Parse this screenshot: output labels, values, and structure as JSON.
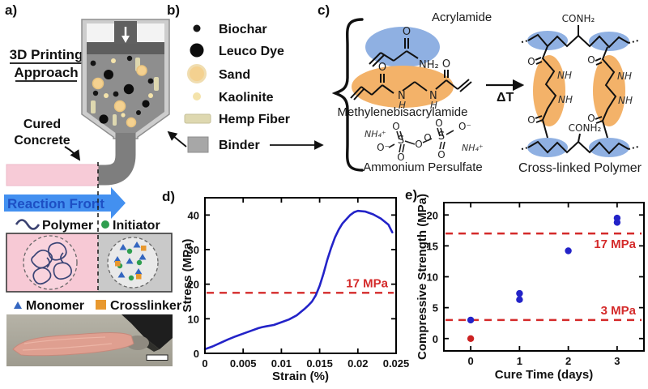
{
  "panels": {
    "a": {
      "label": "a)",
      "title": [
        "3D Printing",
        "Approach"
      ],
      "cured_concrete": [
        "Cured",
        "Concrete"
      ],
      "reaction_front": "Reaction Front",
      "legend_polymer": "Polymer",
      "legend_initiator": "Initiator",
      "legend_monomer": "Monomer",
      "legend_crosslinker": "Crosslinker"
    },
    "b": {
      "label": "b)",
      "items": [
        {
          "name": "Biochar",
          "icon": "biochar-dot"
        },
        {
          "name": "Leuco Dye",
          "icon": "leuco-dye-dot"
        },
        {
          "name": "Sand",
          "icon": "sand-circle"
        },
        {
          "name": "Kaolinite",
          "icon": "kaolinite-dot"
        },
        {
          "name": "Hemp Fiber",
          "icon": "hemp-fiber-bar"
        },
        {
          "name": "Binder",
          "icon": "binder-square"
        }
      ]
    },
    "c": {
      "label": "c)",
      "reactants": [
        "Acrylamide",
        "Methylenebisacrylamide",
        "Ammonium Persulfate"
      ],
      "arrow_label": "ΔT",
      "product": "Cross-linked Polymer",
      "atoms": {
        "o": "O",
        "n": "N",
        "h": "H",
        "nh": "NH",
        "nh2": "NH₂",
        "conh2": "CONH₂",
        "nh4": "NH₄⁺",
        "s": "S",
        "o_minus": "O⁻"
      }
    },
    "d": {
      "label": "d)"
    },
    "e": {
      "label": "e)"
    }
  },
  "colors": {
    "reaction_arrow_blue": "#4390f0",
    "reaction_text_blue": "#1d4fc4",
    "cured_pink": "#f7cbd7",
    "highlight_blue": "#8fb0e2",
    "highlight_orange": "#f3b269",
    "curve_blue": "#2323c8",
    "dashed_red": "#d42a2a",
    "initiator_green": "#2e9e4f",
    "monomer_blue": "#3466c0",
    "crosslinker_orange": "#e8982e",
    "binder_gray": "#a7a7a7",
    "sand_tan": "#f4d190"
  },
  "chart_data": [
    {
      "id": "stress-strain",
      "type": "line",
      "title": "",
      "xlabel": "Strain (%)",
      "ylabel": "Stress (MPa)",
      "xlim": [
        0,
        0.025
      ],
      "ylim": [
        0,
        45
      ],
      "xticks": [
        0,
        0.005,
        0.01,
        0.015,
        0.02,
        0.025
      ],
      "xtick_labels": [
        "0",
        "0.005",
        "0.01",
        "0.015",
        "0.02",
        "0.025"
      ],
      "yticks": [
        0,
        10,
        20,
        30,
        40
      ],
      "ytick_labels": [
        "0",
        "10",
        "20",
        "30",
        "40"
      ],
      "grid": false,
      "legend_position": "none",
      "threshold_color": "#d42a2a",
      "thresholds": [
        {
          "value": 17.5,
          "label": "17 MPa",
          "label_position": "above"
        }
      ],
      "series": [
        {
          "name": "stress-strain curve",
          "color": "#2323c8",
          "x": [
            0,
            0.001,
            0.002,
            0.003,
            0.004,
            0.005,
            0.006,
            0.007,
            0.0075,
            0.008,
            0.009,
            0.01,
            0.011,
            0.012,
            0.013,
            0.0135,
            0.014,
            0.0145,
            0.015,
            0.0155,
            0.016,
            0.0165,
            0.017,
            0.0175,
            0.018,
            0.019,
            0.0195,
            0.02,
            0.021,
            0.022,
            0.023,
            0.024,
            0.0245
          ],
          "y": [
            1.2,
            2.0,
            3.0,
            4.0,
            4.9,
            5.7,
            6.5,
            7.3,
            7.6,
            7.8,
            8.2,
            9.0,
            9.8,
            11.0,
            12.8,
            13.8,
            15.0,
            16.8,
            19.5,
            23.0,
            27.0,
            30.5,
            33.5,
            35.8,
            37.6,
            40.0,
            40.8,
            41.2,
            41.0,
            40.2,
            39.0,
            37.2,
            35.0
          ]
        }
      ]
    },
    {
      "id": "cure-time",
      "type": "scatter",
      "title": "",
      "xlabel": "Cure Time (days)",
      "ylabel": "Compressive Strength (MPa)",
      "xlim": [
        -0.55,
        3.55
      ],
      "ylim": [
        -2,
        22
      ],
      "xticks": [
        0,
        1,
        2,
        3
      ],
      "xtick_labels": [
        "0",
        "1",
        "2",
        "3"
      ],
      "yticks": [
        0,
        5,
        10,
        15,
        20
      ],
      "ytick_labels": [
        "0",
        "5",
        "10",
        "15",
        "20"
      ],
      "grid": false,
      "legend_position": "none",
      "threshold_color": "#d42a2a",
      "thresholds": [
        {
          "value": 17,
          "label": "17 MPa",
          "label_position": "below"
        },
        {
          "value": 3,
          "label": "3 MPa",
          "label_position": "above"
        }
      ],
      "series": [
        {
          "name": "cured concrete samples",
          "color": "#2323c8",
          "points": [
            [
              0,
              3.0
            ],
            [
              1,
              6.3
            ],
            [
              1,
              7.3
            ],
            [
              2,
              14.2
            ],
            [
              3,
              18.8
            ],
            [
              3,
              19.5
            ]
          ]
        },
        {
          "name": "uncured sample",
          "color": "#cc2222",
          "points": [
            [
              0,
              0
            ]
          ]
        }
      ]
    }
  ]
}
